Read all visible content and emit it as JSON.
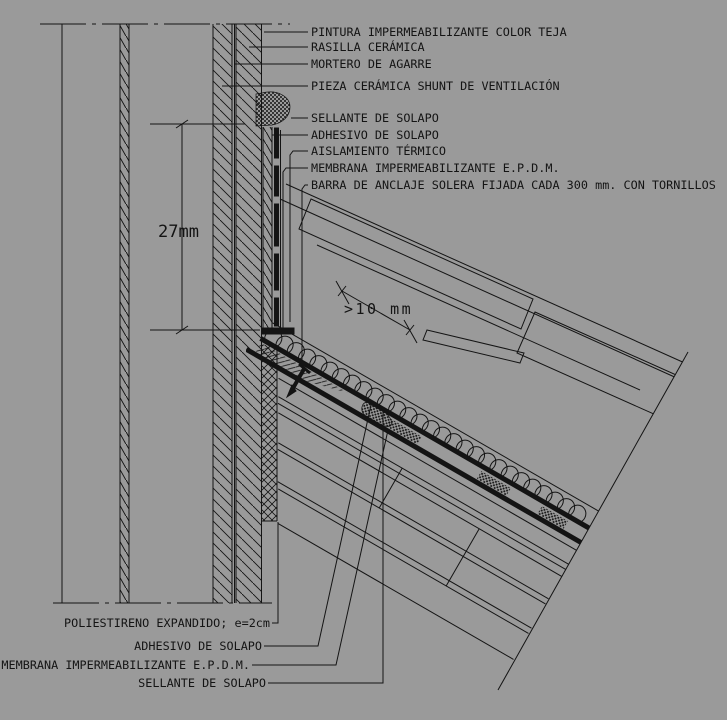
{
  "drawing": {
    "type": "construction-detail",
    "subject": "wall-roof junction waterproofing detail"
  },
  "colors": {
    "background": "#9a9a9a",
    "ink": "#141414"
  },
  "labels": {
    "top": [
      "PINTURA IMPERMEABILIZANTE COLOR TEJA",
      "RASILLA CERÁMICA",
      "MORTERO DE AGARRE",
      "PIEZA CERÁMICA SHUNT DE VENTILACIÓN",
      "SELLANTE DE SOLAPO",
      "ADHESIVO DE SOLAPO",
      "AISLAMIENTO TÉRMICO",
      "MEMBRANA IMPERMEABILIZANTE E.P.D.M.",
      "BARRA DE ANCLAJE SOLERA FIJADA CADA 300 mm. CON TORNILLOS"
    ],
    "bottom": [
      "POLIESTIRENO EXPANDIDO; e=2cm",
      "ADHESIVO DE SOLAPO",
      "MEMBRANA IMPERMEABILIZANTE E.P.D.M.",
      "SELLANTE DE SOLAPO"
    ]
  },
  "dimensions": {
    "wall_insulation_height": "27mm",
    "membrane_overlap": ">10 mm"
  }
}
